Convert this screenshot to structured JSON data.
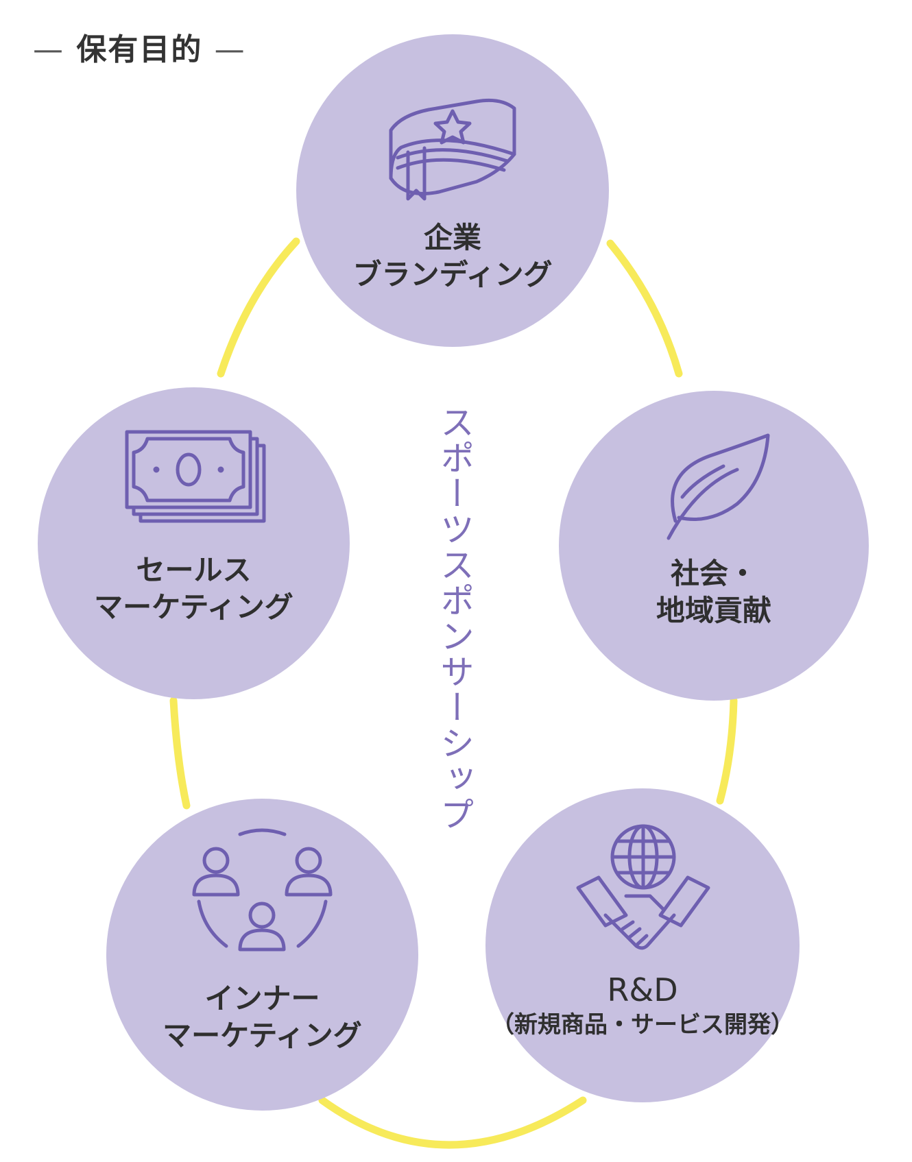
{
  "heading": {
    "dash_left": "—",
    "text": "保有目的",
    "dash_right": "—"
  },
  "center_label": "スポーツスポンサーシップ",
  "colors": {
    "node_fill": "#c7c0e0",
    "ring": "#f7ea5a",
    "icon_stroke": "#6e5fb0",
    "vertical_text": "#7e6fb8"
  },
  "nodes": {
    "branding": {
      "icon": "book-star-icon",
      "line1": "企業",
      "line2": "ブランディング"
    },
    "social": {
      "icon": "leaf-icon",
      "line1": "社会・",
      "line2": "地域貢献"
    },
    "rnd": {
      "icon": "globe-handshake-icon",
      "line1": "R&D",
      "line2": "（新規商品・サービス開発）"
    },
    "inner": {
      "icon": "people-cycle-icon",
      "line1": "インナー",
      "line2": "マーケティング"
    },
    "sales": {
      "icon": "money-stack-icon",
      "line1": "セールス",
      "line2": "マーケティング"
    }
  }
}
